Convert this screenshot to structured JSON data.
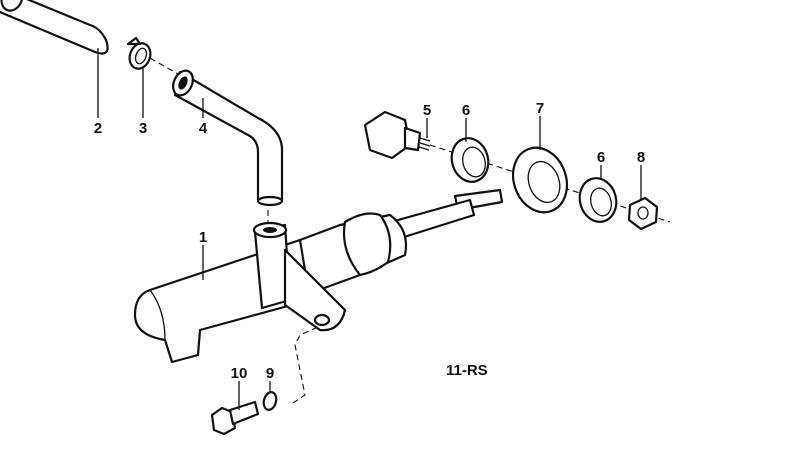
{
  "diagram": {
    "code": "11-RS",
    "labels": {
      "p1": "1",
      "p2": "2",
      "p3": "3",
      "p4": "4",
      "p5": "5",
      "p6a": "6",
      "p7": "7",
      "p6b": "6",
      "p8": "8",
      "p9": "9",
      "p10": "10"
    }
  }
}
